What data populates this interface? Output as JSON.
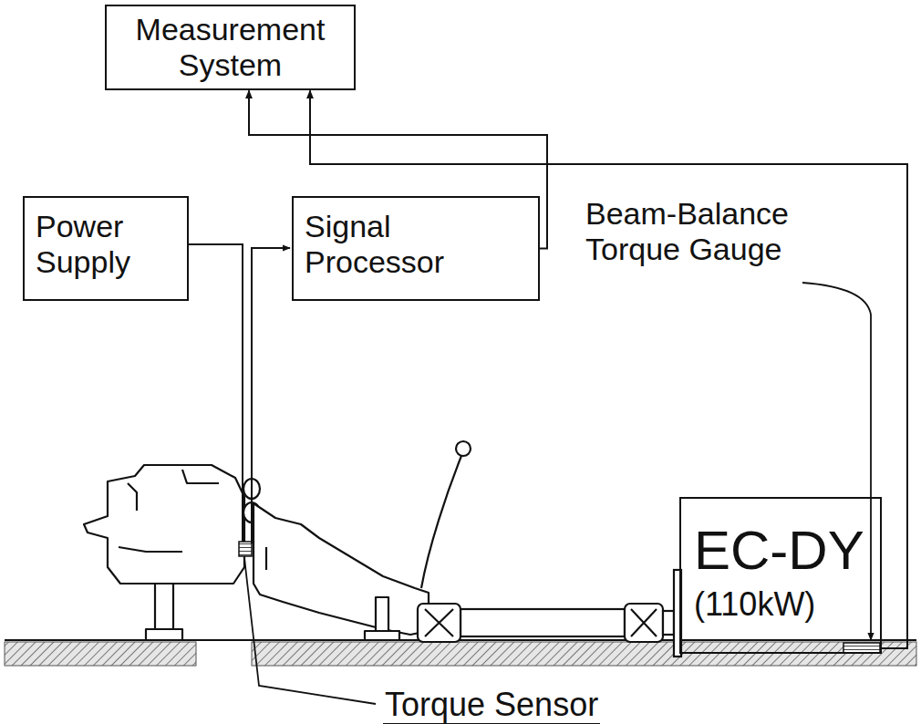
{
  "diagram": {
    "nodes": [
      {
        "text": [
          "Measurement System"
        ]
      },
      {
        "text": [
          "Power Supply"
        ]
      },
      {
        "text": [
          "Signal Processor"
        ]
      },
      {
        "text": [
          "EC-DY",
          "(110kW)"
        ]
      }
    ],
    "edges": [
      {
        "from": 2,
        "to": 0,
        "arrow": "to"
      },
      {
        "from": 3,
        "to": 0,
        "arrow": "to"
      }
    ],
    "labels": [
      "Beam-Balance Torque Gauge",
      "Torque Sensor"
    ]
  }
}
